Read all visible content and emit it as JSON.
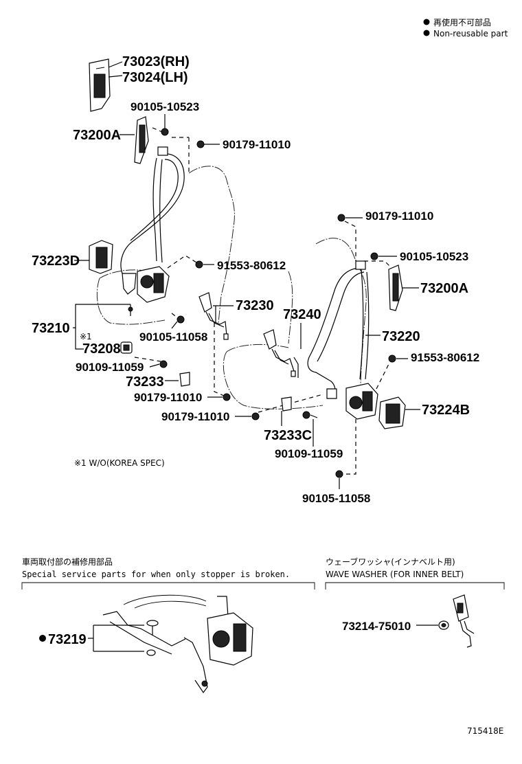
{
  "legend": {
    "line_ja": "再使用不可部品",
    "line_en": "Non-reusable part"
  },
  "parts": {
    "p73023": "73023(RH)",
    "p73024": "73024(LH)",
    "p90105_10523_a": "90105-10523",
    "p73200A_a": "73200A",
    "p90179_11010_a": "90179-11010",
    "p73223D": "73223D",
    "p91553_80612_a": "91553-80612",
    "p73230": "73230",
    "p73210": "73210",
    "note_mark": "※1",
    "p73208": "73208",
    "p90105_11058_a": "90105-11058",
    "p90109_11059_a": "90109-11059",
    "p73233": "73233",
    "p90179_11010_b": "90179-11010",
    "p90179_11010_c": "90179-11010",
    "p73240": "73240",
    "p73233C": "73233C",
    "p90109_11059_b": "90109-11059",
    "p90105_11058_b": "90105-11058",
    "p90179_11010_d": "90179-11010",
    "p90105_10523_b": "90105-10523",
    "p73200A_b": "73200A",
    "p73220": "73220",
    "p91553_80612_b": "91553-80612",
    "p73224B": "73224B"
  },
  "footnote": "※1  W/O(KOREA SPEC)",
  "bottom_left": {
    "title_ja": "車両取付部の補修用部品",
    "title_en": "Special service parts for when only stopper is broken.",
    "part": "73219"
  },
  "bottom_right": {
    "title_ja": "ウェーブワッシャ(インナベルト用)",
    "title_en": "WAVE WASHER (FOR INNER BELT)",
    "part": "73214-75010"
  },
  "diagram_id": "715418E"
}
